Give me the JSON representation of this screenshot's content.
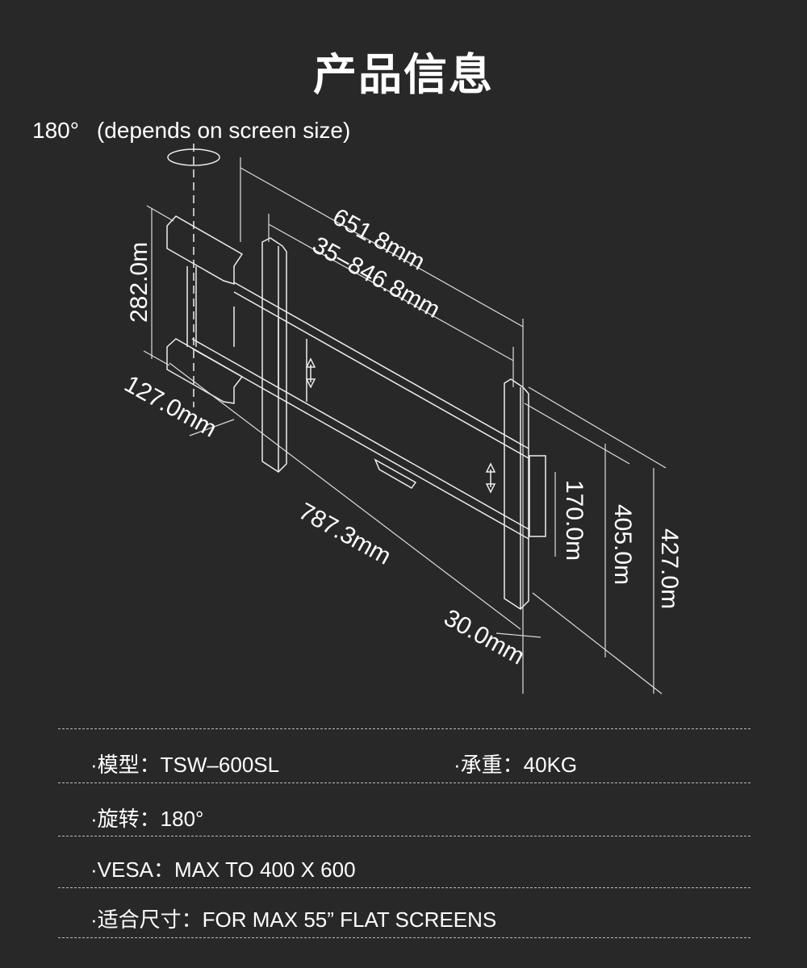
{
  "title": "产品信息",
  "rotation_note": {
    "angle": "180°",
    "note": "(depends on screen size)"
  },
  "dimensions": {
    "arm_width": "651.8mm",
    "adjust_range": "35–846.8mm",
    "plate_height": "282.0m",
    "plate_depth": "127.0mm",
    "extension": "787.3mm",
    "bracket_depth": "30.0mm",
    "adjust_height": "170.0m",
    "vesa_height": "405.0m",
    "bracket_height": "427.0m"
  },
  "specs": [
    {
      "label": "·模型：",
      "value": "TSW–600SL"
    },
    {
      "label": "·承重：",
      "value": "40KG"
    },
    {
      "label": "·旋转：",
      "value": "180°"
    },
    {
      "label": "·VESA：",
      "value": "MAX TO 400 X 600"
    },
    {
      "label": "·适合尺寸：",
      "value": "FOR MAX 55”  FLAT SCREENS"
    }
  ]
}
